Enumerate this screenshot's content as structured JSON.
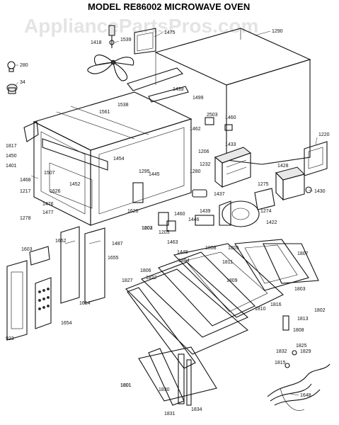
{
  "title": "MODEL RE86002 MICROWAVE OVEN",
  "watermark": "AppliancePartsPros.com",
  "parts": [
    "1290",
    "1418",
    "1539",
    "1475",
    "280",
    "34",
    "1439",
    "1499",
    "1538",
    "1561",
    "1460",
    "2503",
    "1462",
    "1817",
    "1450",
    "1401",
    "1433",
    "1206",
    "1220",
    "1452",
    "1507",
    "1468",
    "1217",
    "1626",
    "1476",
    "1477",
    "1454",
    "1295",
    "1445",
    "1280",
    "1232",
    "1437",
    "1428",
    "1430",
    "1275",
    "1274",
    "1278",
    "1439",
    "1422",
    "1626",
    "1460",
    "1202",
    "1205",
    "1446",
    "1603",
    "1652",
    "1487",
    "1463",
    "1448",
    "1655",
    "1808",
    "1805",
    "1807",
    "1614",
    "1603",
    "1806",
    "1804",
    "1811",
    "1809",
    "1803",
    "1802",
    "923",
    "1654",
    "1827",
    "1822",
    "1810",
    "1801",
    "1816",
    "1808",
    "1813",
    "1832",
    "1829",
    "1825",
    "1815",
    "1801",
    "1830",
    "1834",
    "1831",
    "1648"
  ]
}
